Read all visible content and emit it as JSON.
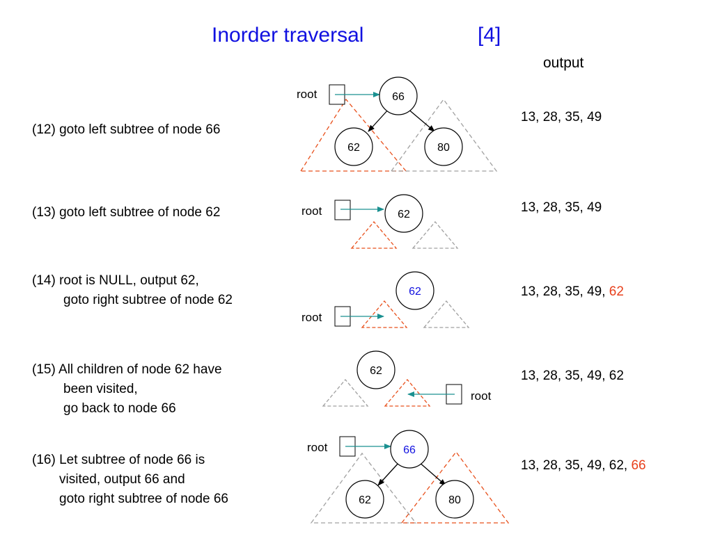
{
  "title": "Inorder traversal",
  "title_ref": "[4]",
  "output_header": "output",
  "root_label": "root",
  "colors": {
    "title_blue": "#1010e0",
    "highlight_red": "#e8401c",
    "left_subtree_dash": "#e8501c",
    "right_subtree_dash": "#a0a0a0",
    "root_arrow": "#1a9090"
  },
  "steps": [
    {
      "line1": "(12) goto left subtree of node 66",
      "line2": "",
      "line3": "",
      "output_prefix": "13, 28, 35, 49",
      "output_new": "",
      "nodes": [
        "66",
        "62",
        "80"
      ]
    },
    {
      "line1": "(13) goto left subtree of node 62",
      "line2": "",
      "line3": "",
      "output_prefix": "13, 28, 35, 49",
      "output_new": "",
      "nodes": [
        "62"
      ]
    },
    {
      "line1": "(14) root is NULL, output 62,",
      "line2": "goto right subtree of node 62",
      "line3": "",
      "output_prefix": "13, 28, 35, 49, ",
      "output_new": "62",
      "nodes": [
        "62"
      ]
    },
    {
      "line1": "(15) All children of node 62 have",
      "line2": "been visited,",
      "line3": "go back to node 66",
      "output_prefix": "13, 28, 35, 49, 62",
      "output_new": "",
      "nodes": [
        "62"
      ]
    },
    {
      "line1": "(16) Let subtree of node 66 is",
      "line2": "visited, output 66 and",
      "line3": "goto right subtree of node 66",
      "output_prefix": "13, 28, 35, 49, 62, ",
      "output_new": "66",
      "nodes": [
        "66",
        "62",
        "80"
      ]
    }
  ]
}
